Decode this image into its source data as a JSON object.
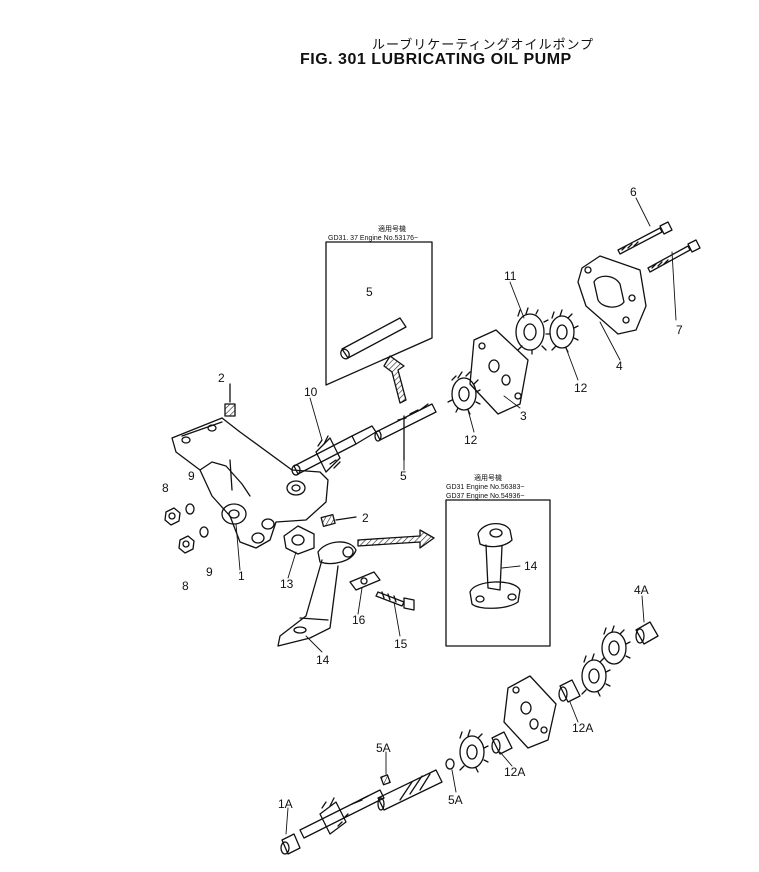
{
  "title_jp": "ルーブリケーティングオイルポンプ",
  "title_en": "FIG. 301  LUBRICATING OIL PUMP",
  "inset_top": {
    "heading": "適用号機",
    "line1": "GD31. 37 Engine No.53176~"
  },
  "inset_bottom": {
    "heading": "適用号機",
    "line1": "GD31 Engine No.56383~",
    "line2": "GD37 Engine No.54936~"
  },
  "labels": {
    "l1": "1",
    "l2a": "2",
    "l2b": "2",
    "l3": "3",
    "l4": "4",
    "l5a": "5",
    "l5b": "5",
    "l6": "6",
    "l7": "7",
    "l8a": "8",
    "l8b": "8",
    "l9a": "9",
    "l9b": "9",
    "l10": "10",
    "l11": "11",
    "l12a": "12",
    "l12b": "12",
    "l13": "13",
    "l14a": "14",
    "l14b": "14",
    "l15": "15",
    "l16": "16",
    "l1A": "1A",
    "l4A": "4A",
    "l5Aa": "5A",
    "l5Ab": "5A",
    "l12Aa": "12A",
    "l12Ab": "12A"
  }
}
